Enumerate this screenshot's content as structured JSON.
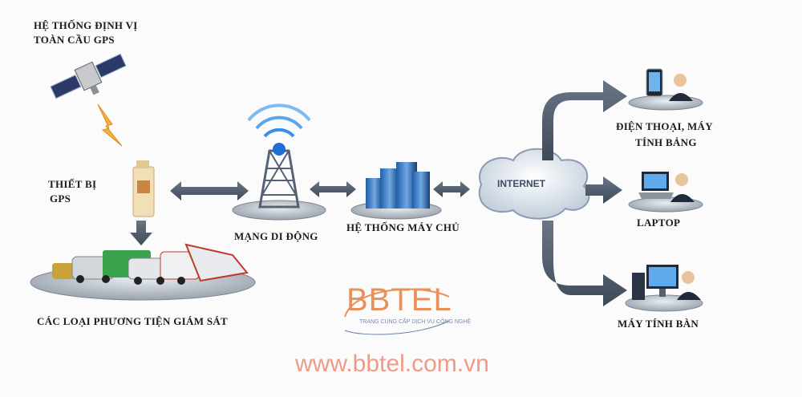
{
  "labels": {
    "gps_system_line1": "HỆ THỐNG ĐỊNH VỊ",
    "gps_system_line2": "TOÀN CẦU GPS",
    "gps_device_line1": "THIẾT BỊ",
    "gps_device_line2": "GPS",
    "mobile_network": "MẠNG DI ĐỘNG",
    "server_system": "HỆ THỐNG MÁY CHỦ",
    "internet": "INTERNET",
    "phone_tablet_line1": "ĐIỆN THOẠI, MÁY",
    "phone_tablet_line2": "TÍNH BẢNG",
    "laptop": "LAPTOP",
    "desktop": "MÁY TÍNH BÀN",
    "vehicles": "CÁC LOẠI PHƯƠNG TIỆN GIÁM SÁT"
  },
  "logo": {
    "name": "BBTEL",
    "tagline": "TRANG CUNG CẤP DỊCH VỤ CÔNG NGHỆ"
  },
  "website": "www.bbtel.com.vn",
  "colors": {
    "arrow": "#4a5768",
    "logo": "#e8915a",
    "url": "#ee9a8a"
  }
}
